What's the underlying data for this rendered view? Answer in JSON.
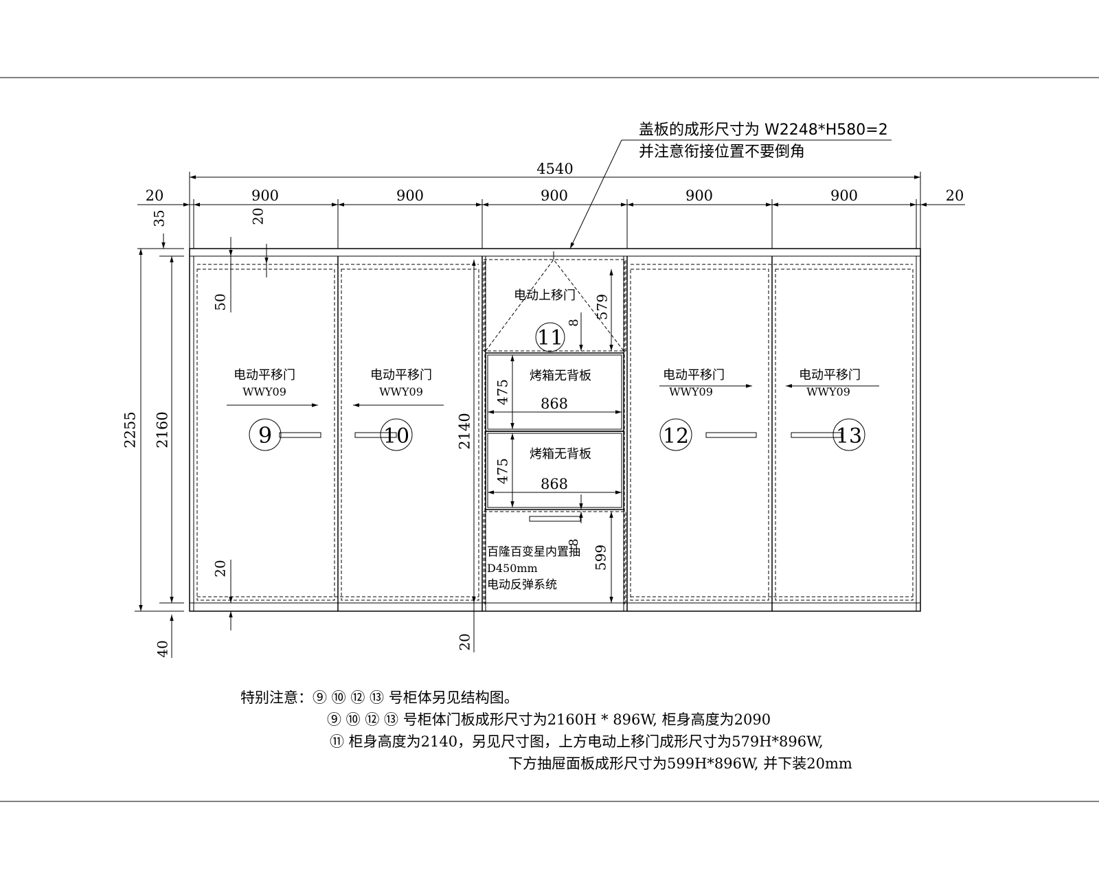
{
  "callout": {
    "line1": "盖板的成形尺寸为 W2248*H580=2",
    "line2": "并注意衔接位置不要倒角"
  },
  "dimensions": {
    "overall_width": "4540",
    "top_row": [
      "20",
      "900",
      "900",
      "900",
      "900",
      "900",
      "20"
    ],
    "top_offset": "35",
    "top_gap": "20",
    "inner_top": "50",
    "overall_height": "2255",
    "door_height": "2160",
    "middle_height": "2140",
    "bottom_gap": "20",
    "bottom_base": "40",
    "middle_bottom": "20"
  },
  "doors": [
    {
      "label": "电动平移门",
      "model": "WWY09",
      "number": "9"
    },
    {
      "label": "电动平移门",
      "model": "WWY09",
      "number": "10"
    },
    {
      "label": "电动平移门",
      "model": "WWY09",
      "number": "12"
    },
    {
      "label": "电动平移门",
      "model": "WWY09",
      "number": "13"
    }
  ],
  "middle_cabinet": {
    "upper_door_label": "电动上移门",
    "upper_door_height": "579",
    "upper_gap": "8",
    "number": "11",
    "shelves": [
      {
        "label": "烤箱无背板",
        "height": "475",
        "width": "868"
      },
      {
        "label": "烤箱无背板",
        "height": "475",
        "width": "868"
      }
    ],
    "drawer_gap": "8",
    "drawer_height": "599",
    "drawer_lines": [
      "百隆百变星内置抽",
      "D450mm",
      "电动反弹系统"
    ]
  },
  "notes": {
    "line1": "特别注意：⑨ ⑩ ⑫ ⑬ 号柜体另见结构图。",
    "line2": "⑨ ⑩ ⑫ ⑬ 号柜体门板成形尺寸为2160H * 896W, 柜身高度为2090",
    "line3": "⑪ 柜身高度为2140，另见尺寸图，上方电动上移门成形尺寸为579H*896W,",
    "line4": "下方抽屉面板成形尺寸为599H*896W, 并下装20mm"
  }
}
